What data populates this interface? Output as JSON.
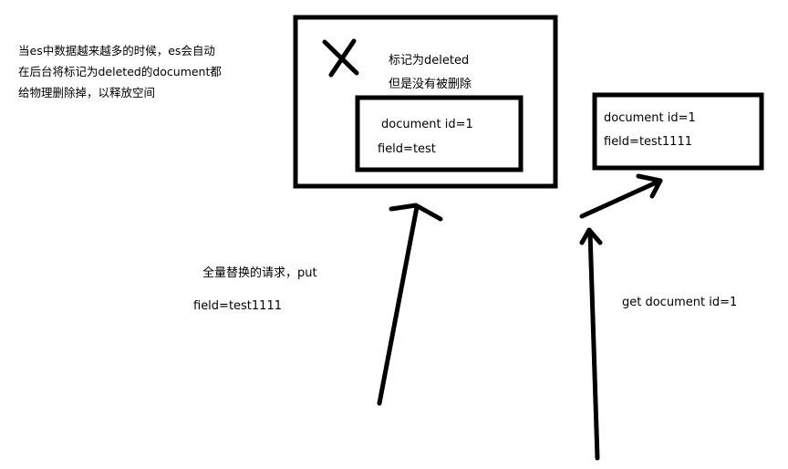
{
  "note": {
    "lines": [
      "当es中数据越来越多的时候，es会自动",
      "在后台将标记为deleted的document都",
      "给物理删除掉，以释放空间"
    ]
  },
  "old_doc_outer": {
    "mark_line1": "标记为deleted",
    "mark_line2": "但是没有被删除"
  },
  "old_doc": {
    "id_text": "document id=1",
    "field_text": "field=test"
  },
  "new_doc": {
    "id_text": "document id=1",
    "field_text": "field=test1111"
  },
  "put_request": {
    "line1": "全量替换的请求，put",
    "line2": "field=test1111"
  },
  "get_request": {
    "label": "get document id=1"
  },
  "colors": {
    "stroke": "#000000",
    "background": "#ffffff"
  }
}
